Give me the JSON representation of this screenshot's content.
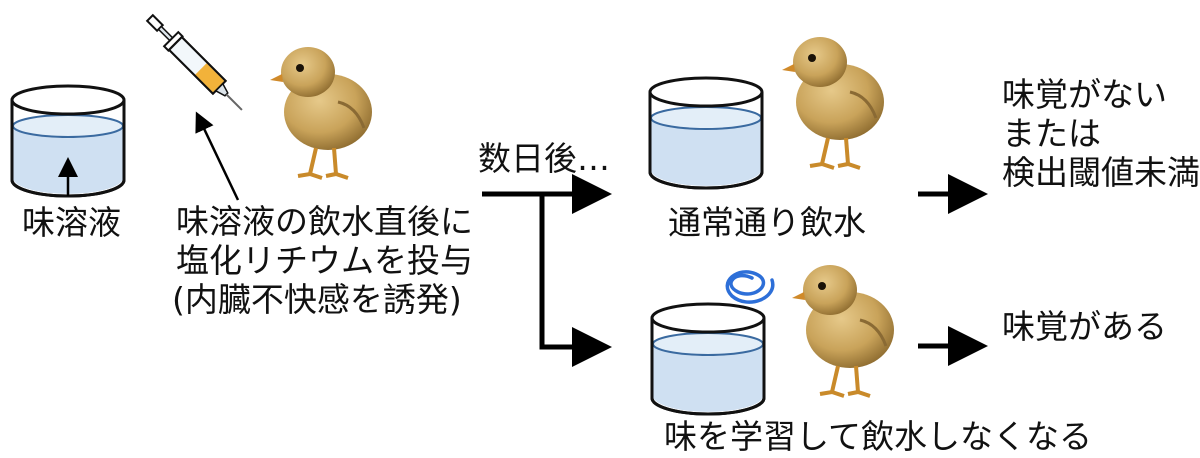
{
  "labels": {
    "solution": "味溶液",
    "injection_line1": "味溶液の飲水直後に",
    "injection_line2": "塩化リチウムを投与",
    "injection_line3": "(内臓不快感を誘発)",
    "days_later": "数日後…",
    "normal_drinking": "通常通り飲水",
    "outcome_no_taste_line1": "味覚がない",
    "outcome_no_taste_line2": "または",
    "outcome_no_taste_line3": "検出閾値未満",
    "outcome_taste": "味覚がある",
    "learned_avoidance": "味を学習して飲水しなくなる"
  },
  "icons": {
    "cup": "water-cup-icon",
    "syringe": "syringe-icon",
    "chick": "chick-icon",
    "dizzy": "dizzy-spiral-icon"
  },
  "colors": {
    "water": "#cfe0f2",
    "water_surface": "#3a6aa0",
    "chick_body": "#c9a35a",
    "spiral": "#2d6fd8",
    "arrow": "#000000"
  }
}
